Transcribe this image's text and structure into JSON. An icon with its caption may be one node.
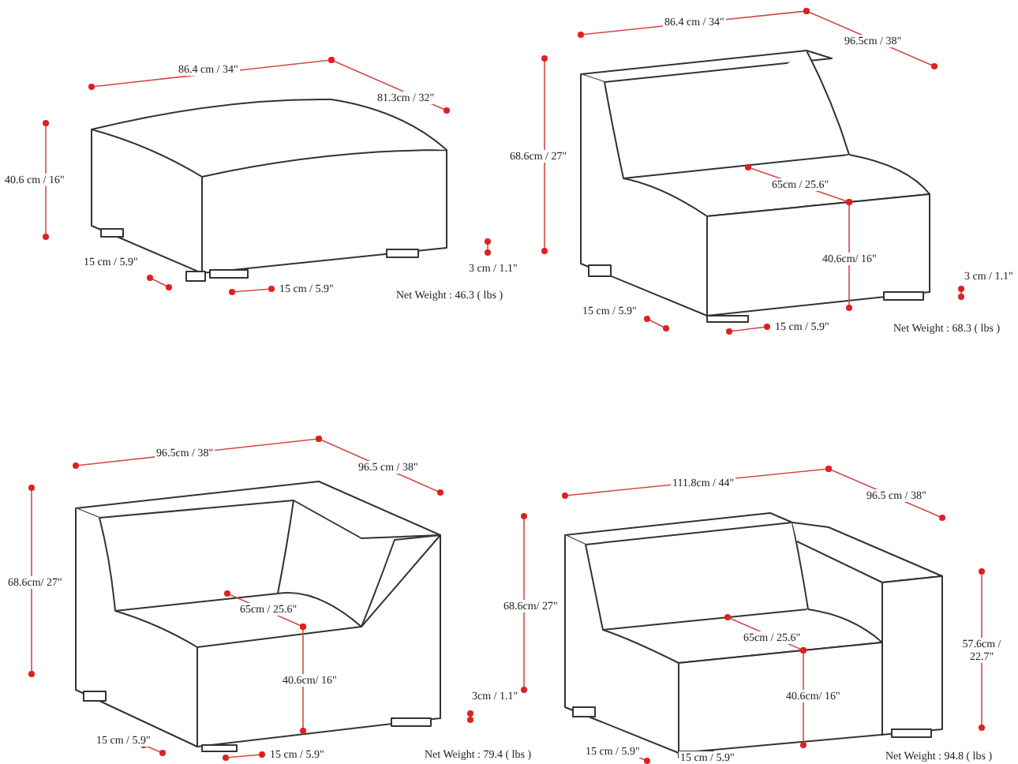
{
  "diagram": {
    "labels": [
      "86.4 cm / 34\"",
      "81.3cm / 32\"",
      "40.6 cm / 16\"",
      "3 cm / 1.1\"",
      "15 cm / 5.9\"",
      "15 cm / 5.9\"",
      "Net Weight : 46.3 ( lbs )",
      "86.4 cm / 34\"",
      "96.5cm / 38\"",
      "68.6cm / 27\"",
      "65cm / 25.6\"",
      "40.6cm/ 16\"",
      "3 cm / 1.1\"",
      "15 cm / 5.9\"",
      "15 cm / 5.9\"",
      "Net Weight : 68.3 ( lbs )",
      "96.5cm / 38\"",
      "96.5 cm / 38\"",
      "68.6cm/ 27\"",
      "65cm / 25.6\"",
      "40.6cm/ 16\"",
      "3cm / 1.1\"",
      "15 cm / 5.9\"",
      "15 cm / 5.9\"",
      "Net Weight : 79.4 ( lbs )",
      "111.8cm / 44\"",
      "96.5 cm / 38\"",
      "68.6cm/ 27\"",
      "65cm / 25.6\"",
      "57.6cm / 22.7\"",
      "40.6cm/ 16\"",
      "15 cm / 5.9\"",
      "15 cm / 5.9\"",
      "Net Weight : 94.8 ( lbs )"
    ]
  }
}
